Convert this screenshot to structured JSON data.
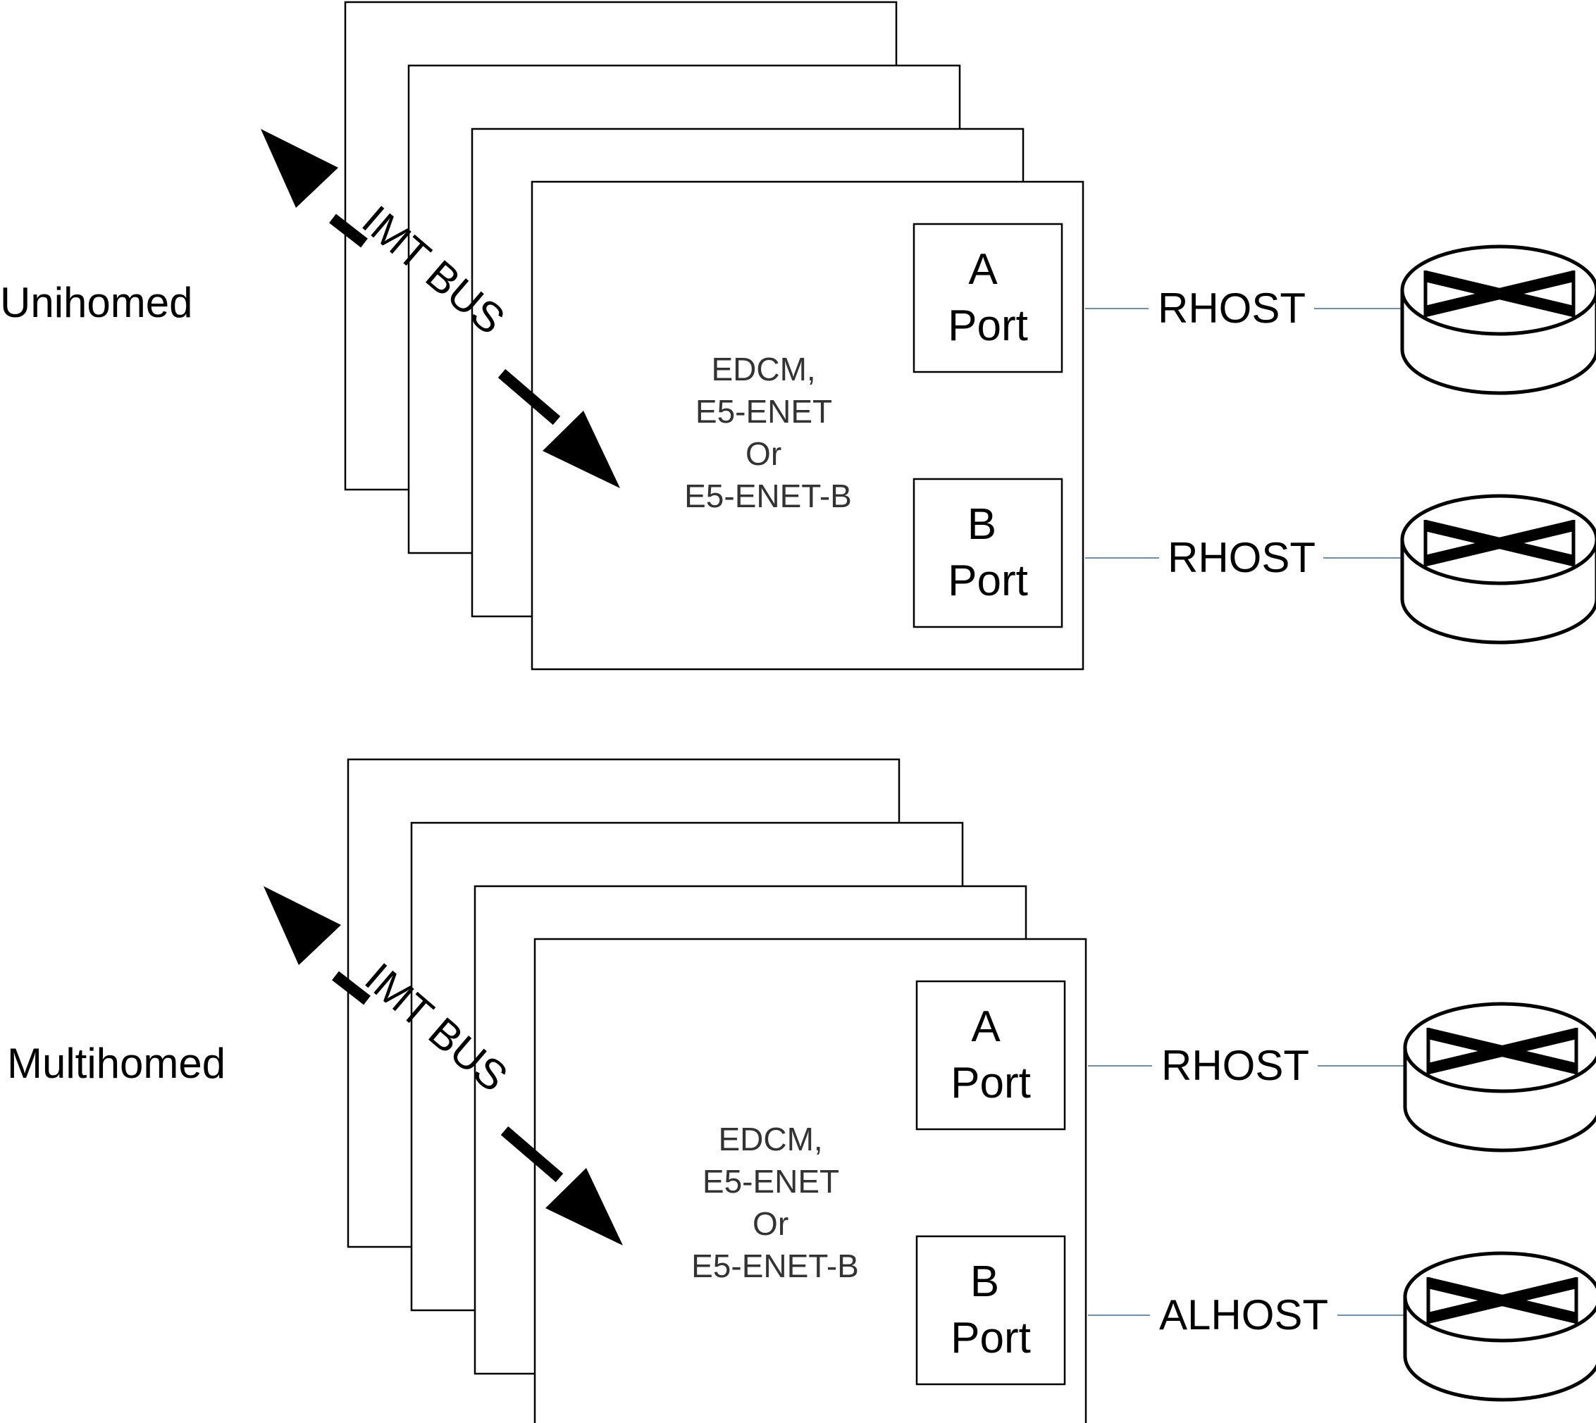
{
  "sections": [
    {
      "label": "Unihomed",
      "bus_label": "IMT BUS",
      "card_lines": [
        "EDCM,",
        "E5-ENET",
        "Or",
        "E5-ENET-B"
      ],
      "ports": [
        {
          "letter": "A",
          "word": "Port",
          "host": "RHOST"
        },
        {
          "letter": "B",
          "word": "Port",
          "host": "RHOST"
        }
      ]
    },
    {
      "label": "Multihomed",
      "bus_label": "IMT BUS",
      "card_lines": [
        "EDCM,",
        "E5-ENET",
        "Or",
        "E5-ENET-B"
      ],
      "ports": [
        {
          "letter": "A",
          "word": "Port",
          "host": "RHOST"
        },
        {
          "letter": "B",
          "word": "Port",
          "host": "ALHOST"
        }
      ]
    }
  ],
  "colors": {
    "line": "#000000",
    "connector": "#6f8fae",
    "card_text": "#333333"
  },
  "icons": {
    "router": "router-icon",
    "bus_arrow": "double-arrow-icon"
  }
}
